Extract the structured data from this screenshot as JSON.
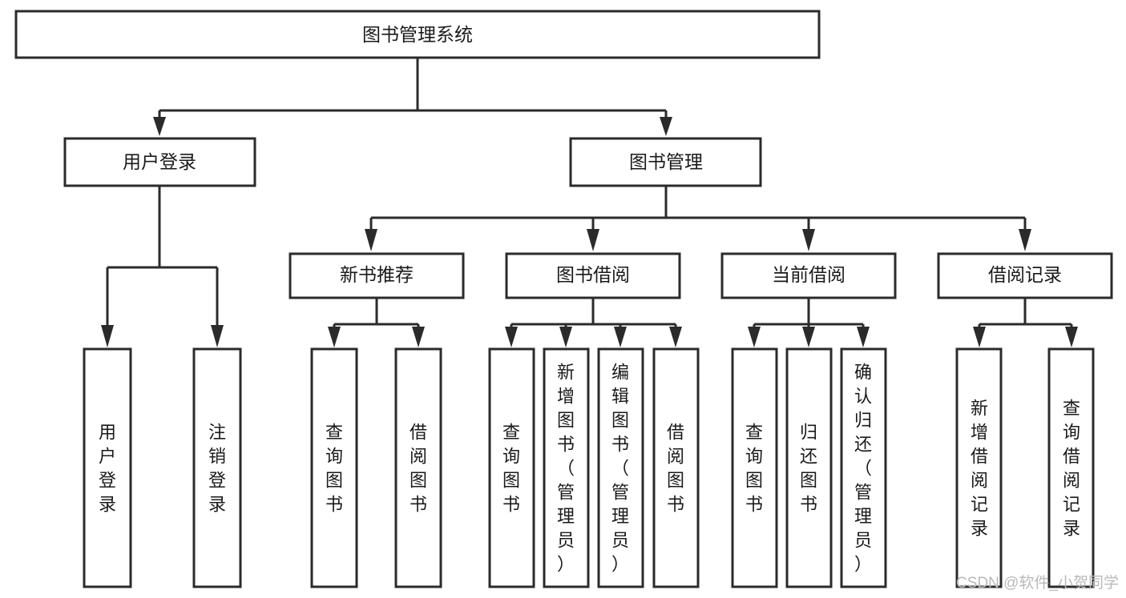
{
  "diagram": {
    "type": "hierarchy-tree",
    "title": "图书管理系统",
    "root": {
      "label": "图书管理系统"
    },
    "level2": [
      {
        "id": "user-login",
        "label": "用户登录"
      },
      {
        "id": "book-manage",
        "label": "图书管理"
      }
    ],
    "level3": [
      {
        "id": "new-book-recommend",
        "label": "新书推荐",
        "parent": "book-manage"
      },
      {
        "id": "book-borrow",
        "label": "图书借阅",
        "parent": "book-manage"
      },
      {
        "id": "current-borrow",
        "label": "当前借阅",
        "parent": "book-manage"
      },
      {
        "id": "borrow-record",
        "label": "借阅记录",
        "parent": "book-manage"
      }
    ],
    "leaves": {
      "user-login": [
        {
          "id": "leaf-user-login",
          "label": "用户登录"
        },
        {
          "id": "leaf-logout-login",
          "label": "注销登录"
        }
      ],
      "new-book-recommend": [
        {
          "id": "leaf-query-book-1",
          "label": "查询图书"
        },
        {
          "id": "leaf-borrow-book-1",
          "label": "借阅图书"
        }
      ],
      "book-borrow": [
        {
          "id": "leaf-query-book-2",
          "label": "查询图书"
        },
        {
          "id": "leaf-add-book",
          "label": "新增图书（管理员）"
        },
        {
          "id": "leaf-edit-book",
          "label": "编辑图书（管理员）"
        },
        {
          "id": "leaf-borrow-book-2",
          "label": "借阅图书"
        }
      ],
      "current-borrow": [
        {
          "id": "leaf-query-book-3",
          "label": "查询图书"
        },
        {
          "id": "leaf-return-book",
          "label": "归还图书"
        },
        {
          "id": "leaf-confirm-return",
          "label": "确认归还（管理员）"
        }
      ],
      "borrow-record": [
        {
          "id": "leaf-add-record",
          "label": "新增借阅记录"
        },
        {
          "id": "leaf-query-record",
          "label": "查询借阅记录"
        }
      ]
    },
    "colors": {
      "stroke": "#2b2b2b",
      "fill": "#ffffff",
      "text": "#1a1a1a",
      "watermark": "#b9b9b9"
    }
  },
  "watermark": {
    "text": "CSDN @软件_小贺同学"
  }
}
